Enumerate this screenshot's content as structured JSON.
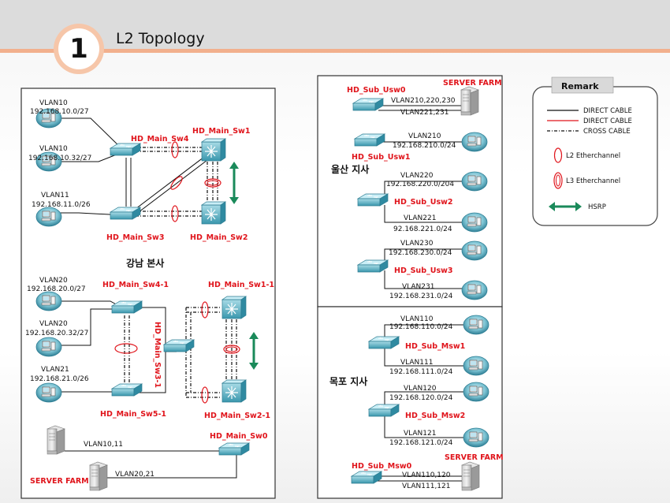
{
  "header": {
    "number": "1",
    "title": "L2 Topology"
  },
  "gangnam": {
    "area_label": "강남 본사",
    "vlans": [
      {
        "name": "VLAN10",
        "subnet": "192.168.10.0/27"
      },
      {
        "name": "VLAN10",
        "subnet": "192.168.10.32/27"
      },
      {
        "name": "VLAN11",
        "subnet": "192.168.11.0/26"
      },
      {
        "name": "VLAN20",
        "subnet": "192.168.20.0/27"
      },
      {
        "name": "VLAN20",
        "subnet": "192.168.20.32/27"
      },
      {
        "name": "VLAN21",
        "subnet": "192.168.21.0/26"
      }
    ],
    "switches": {
      "sw4": "HD_Main_Sw4",
      "sw1": "HD_Main_Sw1",
      "sw3": "HD_Main_Sw3",
      "sw2": "HD_Main_Sw2",
      "sw41": "HD_Main_Sw4-1",
      "sw11": "HD_Main_Sw1-1",
      "sw31": "HD_Main_Sw3-1",
      "sw51": "HD_Main_Sw5-1",
      "sw21": "HD_Main_Sw2-1",
      "sw0": "HD_Main_Sw0"
    },
    "server_farm": "SERVER FARM",
    "server_vlans": [
      "VLAN10,11",
      "VLAN20,21"
    ]
  },
  "ulsan": {
    "area_label": "울산 지사",
    "server_farm": "SERVER FARM",
    "switches": {
      "usw0": "HD_Sub_Usw0",
      "usw1": "HD_Sub_Usw1",
      "usw2": "HD_Sub_Usw2",
      "usw3": "HD_Sub_Usw3"
    },
    "usw0_vlans": [
      "VLAN210,220,230",
      "VLAN221,231"
    ],
    "links": [
      {
        "name": "VLAN210",
        "subnet": "192.168.210.0/24"
      },
      {
        "name": "VLAN220",
        "subnet": "192.168.220.0/204"
      },
      {
        "name": "VLAN221",
        "subnet": "92.168.221.0/24"
      },
      {
        "name": "VLAN230",
        "subnet": "192.168.230.0/24"
      },
      {
        "name": "VLAN231",
        "subnet": "192.168.231.0/24"
      }
    ]
  },
  "mokpo": {
    "area_label": "목포 지사",
    "server_farm": "SERVER FARM",
    "switches": {
      "msw0": "HD_Sub_Msw0",
      "msw1": "HD_Sub_Msw1",
      "msw2": "HD_Sub_Msw2"
    },
    "links": [
      {
        "name": "VLAN110",
        "subnet": "192.168.110.0/24"
      },
      {
        "name": "VLAN111",
        "subnet": "192.168.111.0/24"
      },
      {
        "name": "VLAN120",
        "subnet": "192.168.120.0/24"
      },
      {
        "name": "VLAN121",
        "subnet": "192.168.121.0/24"
      }
    ],
    "msw0_vlans": [
      "VLAN110,120",
      "VLAN111,121"
    ]
  },
  "legend": {
    "title": "Remark",
    "direct_black": "DIRECT CABLE",
    "direct_red": "DIRECT CABLE",
    "cross": "CROSS CABLE",
    "l2": "L2 Etherchannel",
    "l3": "L3 Etherchannel",
    "hsrp": "HSRP",
    "colors": {
      "red": "#e0141b",
      "green": "#1a8a5a",
      "teal": "#3aa6b9"
    }
  }
}
